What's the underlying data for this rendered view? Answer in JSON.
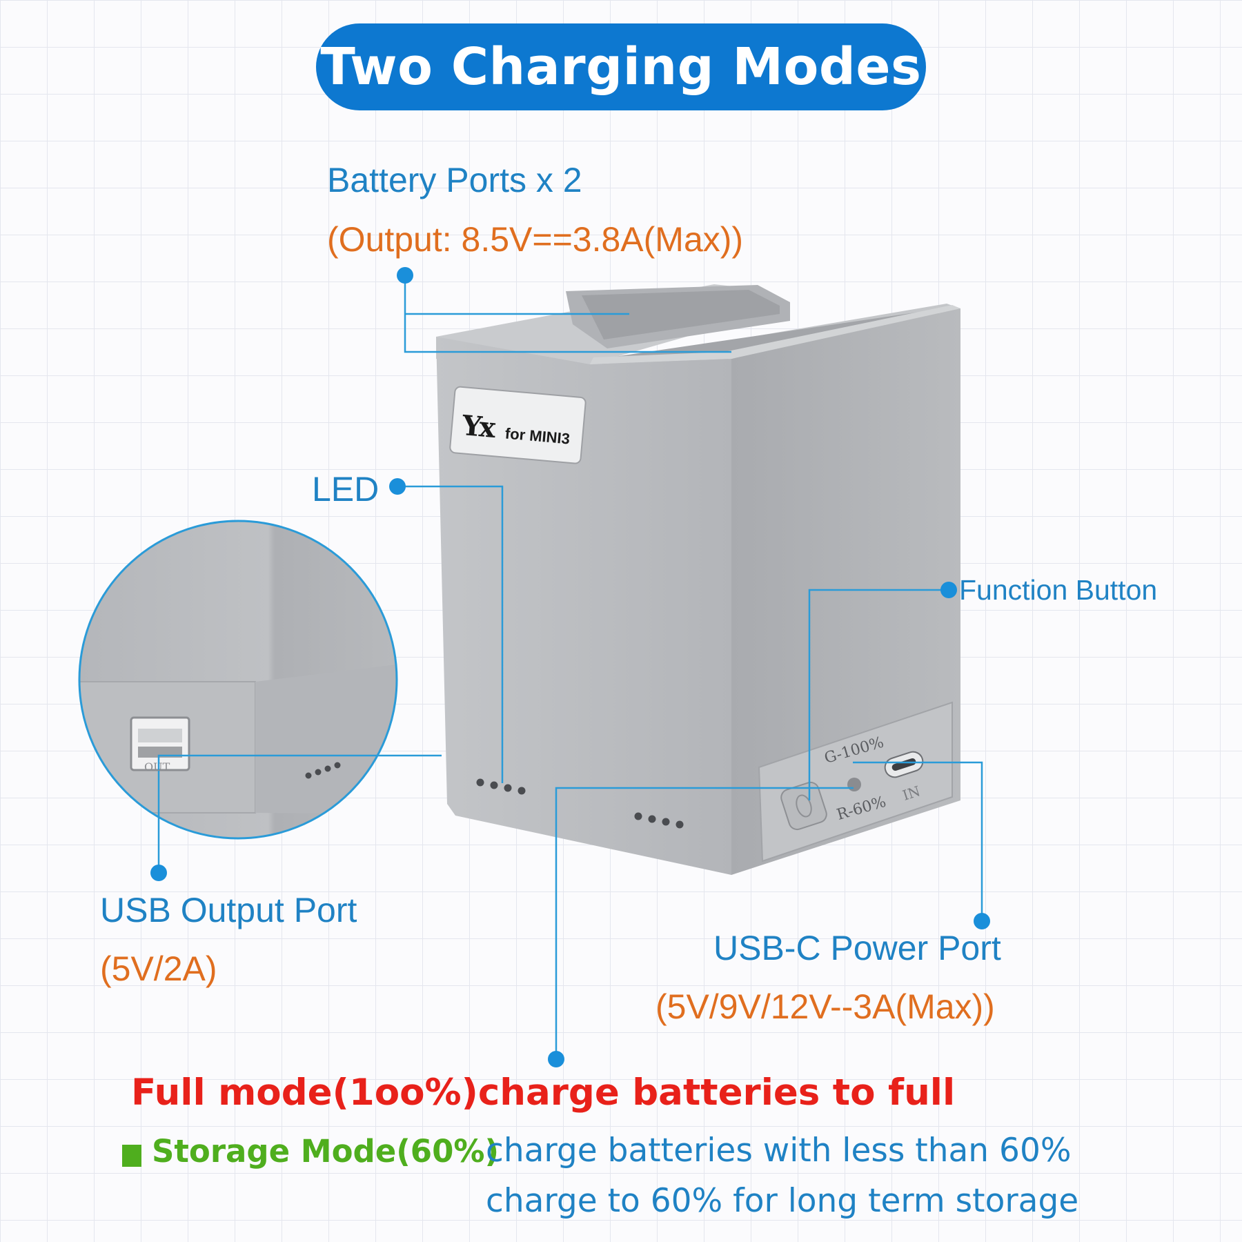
{
  "title": "Two Charging Modes",
  "device": {
    "brand_mark": "Yx",
    "model_label": "for MINI3",
    "led_labels": [
      "G-100%",
      "R-60%"
    ],
    "usb_c_marking": "IN",
    "usb_a_marking": "OUT"
  },
  "callouts": {
    "battery_ports": {
      "label": "Battery Ports x 2",
      "spec": "(Output: 8.5V==3.8A(Max))"
    },
    "led": {
      "label": "LED"
    },
    "function_button": {
      "label": "Function Button"
    },
    "usb_output": {
      "label": "USB Output Port",
      "spec": "(5V/2A)"
    },
    "usb_c_power": {
      "label": "USB-C Power Port",
      "spec": "(5V/9V/12V--3A(Max))"
    }
  },
  "modes": {
    "full": "Full mode(1oo%)charge batteries to full",
    "storage_name": "Storage Mode(60%)",
    "storage_desc_line1": "charge batteries with less than 60%",
    "storage_desc_line2": "charge to 60% for long term storage"
  },
  "colors": {
    "accent_blue": "#0d78d0",
    "callout_blue": "#1f82c4",
    "spec_orange": "#e06e1f",
    "full_mode_red": "#e8211a",
    "storage_green": "#4fae1e",
    "device_gray": "#b8babe"
  }
}
